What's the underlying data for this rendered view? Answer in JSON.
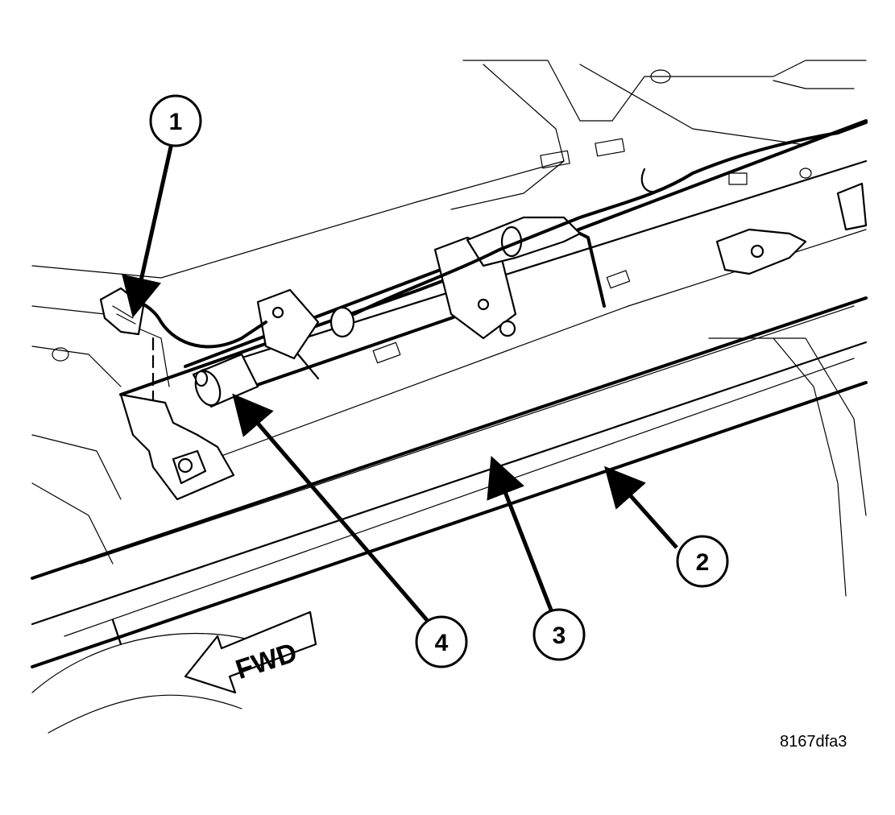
{
  "figure_id": "8167dfa3",
  "direction_label": "FWD",
  "callouts": [
    {
      "id": "1",
      "label": "1"
    },
    {
      "id": "2",
      "label": "2"
    },
    {
      "id": "3",
      "label": "3"
    },
    {
      "id": "4",
      "label": "4"
    }
  ]
}
